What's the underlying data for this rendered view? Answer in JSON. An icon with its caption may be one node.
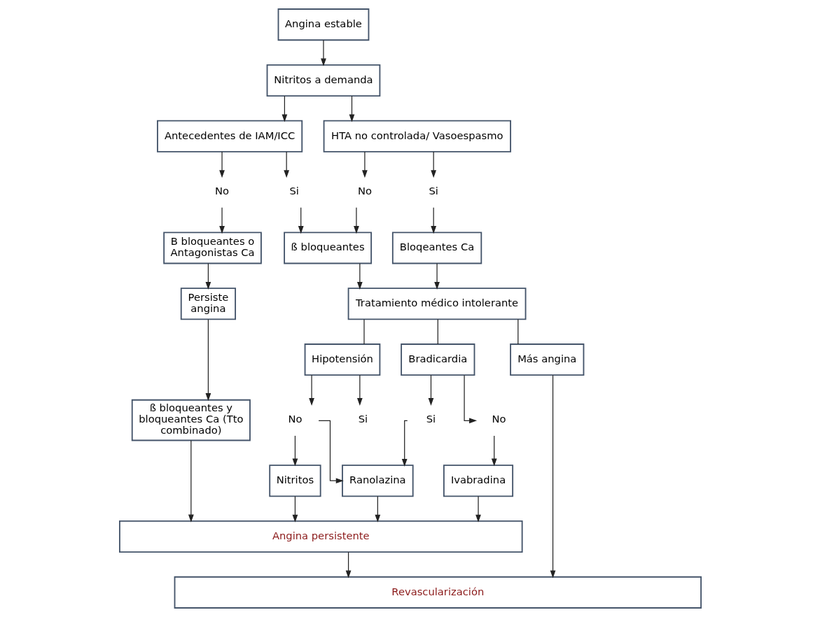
{
  "diagram": {
    "nodes": [
      {
        "text": [
          "Angina estable"
        ]
      },
      {
        "text": [
          "Nitritos a demanda"
        ]
      },
      {
        "text": [
          "Antecedentes de IAM/ICC"
        ]
      },
      {
        "text": [
          "HTA no controlada/ Vasoespasmo"
        ]
      },
      {
        "text": [
          "No"
        ]
      },
      {
        "text": [
          "Si"
        ]
      },
      {
        "text": [
          "No"
        ]
      },
      {
        "text": [
          "Si"
        ]
      },
      {
        "text": [
          "B bloqueantes o Antagonistas Ca"
        ]
      },
      {
        "text": [
          "ß bloqueantes"
        ]
      },
      {
        "text": [
          "Bloqeantes Ca"
        ]
      },
      {
        "text": [
          "Persiste angina"
        ]
      },
      {
        "text": [
          "Tratamiento médico intolerante"
        ]
      },
      {
        "text": [
          "ß bloqueantes y bloqueantes Ca (Tto combinado)"
        ]
      },
      {
        "text": [
          "Hipotensión"
        ]
      },
      {
        "text": [
          "Bradicardia"
        ]
      },
      {
        "text": [
          "Más angina"
        ]
      },
      {
        "text": [
          "No"
        ]
      },
      {
        "text": [
          "Si"
        ]
      },
      {
        "text": [
          "Si"
        ]
      },
      {
        "text": [
          "No"
        ]
      },
      {
        "text": [
          "Nitritos"
        ]
      },
      {
        "text": [
          "Ranolazina"
        ]
      },
      {
        "text": [
          "Ivabradina"
        ]
      },
      {
        "text": [
          "Angina persistente"
        ]
      },
      {
        "text": [
          "Revascularización"
        ]
      }
    ],
    "edges": [
      {
        "from": 0,
        "to": 1,
        "arrow": "to"
      },
      {
        "from": 1,
        "to": 2,
        "arrow": "to"
      },
      {
        "from": 1,
        "to": 3,
        "arrow": "to"
      },
      {
        "from": 2,
        "to": 4,
        "arrow": "to"
      },
      {
        "from": 2,
        "to": 5,
        "arrow": "to"
      },
      {
        "from": 3,
        "to": 6,
        "arrow": "to"
      },
      {
        "from": 3,
        "to": 7,
        "arrow": "to"
      },
      {
        "from": 4,
        "to": 8,
        "arrow": "to"
      },
      {
        "from": 5,
        "to": 9,
        "arrow": "to"
      },
      {
        "from": 6,
        "to": 9,
        "arrow": "to"
      },
      {
        "from": 7,
        "to": 10,
        "arrow": "to"
      },
      {
        "from": 8,
        "to": 11,
        "arrow": "to"
      },
      {
        "from": 11,
        "to": 13,
        "arrow": "to"
      },
      {
        "from": 9,
        "to": 12,
        "arrow": "to"
      },
      {
        "from": 10,
        "to": 12,
        "arrow": "to"
      },
      {
        "from": 12,
        "to": 14,
        "arrow": "none"
      },
      {
        "from": 12,
        "to": 15,
        "arrow": "none"
      },
      {
        "from": 12,
        "to": 16,
        "arrow": "none"
      },
      {
        "from": 14,
        "to": 17,
        "arrow": "to"
      },
      {
        "from": 14,
        "to": 18,
        "arrow": "to"
      },
      {
        "from": 15,
        "to": 19,
        "arrow": "to"
      },
      {
        "from": 15,
        "to": 20,
        "arrow": "to"
      },
      {
        "from": 17,
        "to": 21,
        "arrow": "to"
      },
      {
        "from": 17,
        "to": 22,
        "arrow": "to"
      },
      {
        "from": 19,
        "to": 22,
        "arrow": "to"
      },
      {
        "from": 20,
        "to": 23,
        "arrow": "to"
      },
      {
        "from": 21,
        "to": 24,
        "arrow": "to"
      },
      {
        "from": 22,
        "to": 24,
        "arrow": "to"
      },
      {
        "from": 23,
        "to": 24,
        "arrow": "to"
      },
      {
        "from": 13,
        "to": 24,
        "arrow": "to"
      },
      {
        "from": 24,
        "to": 25,
        "arrow": "to"
      },
      {
        "from": 16,
        "to": 25,
        "arrow": "to"
      }
    ]
  }
}
